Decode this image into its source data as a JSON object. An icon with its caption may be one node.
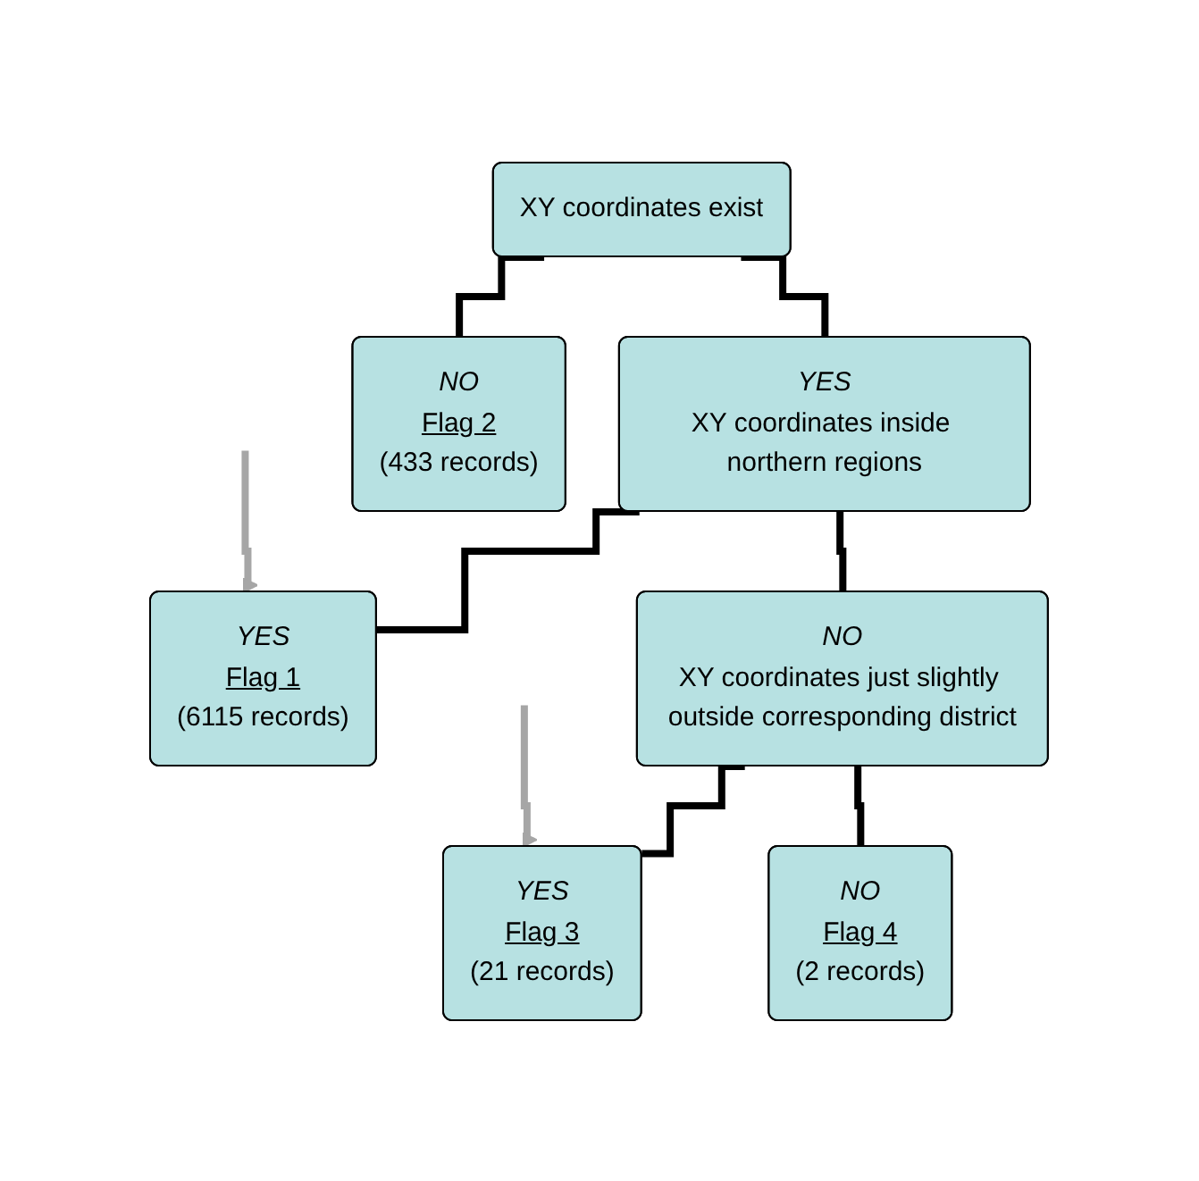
{
  "diagram": {
    "nodes": [
      {
        "text": [
          "XY coordinates exist"
        ]
      },
      {
        "text": [
          "YES",
          "XY coordinates inside northern regions"
        ]
      },
      {
        "text": [
          "NO",
          "Flag 2",
          "(433 records)"
        ]
      },
      {
        "text": [
          "YES",
          "Flag 1",
          "(6115 records)"
        ]
      },
      {
        "text": [
          "NO",
          "XY coordinates just slightly outside corresponding district"
        ]
      },
      {
        "text": [
          "YES",
          "Flag 3",
          "(21 records)"
        ]
      },
      {
        "text": [
          "NO",
          "Flag 4",
          "(2 records)"
        ]
      }
    ],
    "edges": [
      {
        "from": 0,
        "to": 1,
        "arrow": "none"
      },
      {
        "from": 0,
        "to": 2,
        "arrow": "none"
      },
      {
        "from": 1,
        "to": 3,
        "arrow": "none"
      },
      {
        "from": 1,
        "to": 4,
        "arrow": "none"
      },
      {
        "from": 4,
        "to": 5,
        "arrow": "none"
      },
      {
        "from": 4,
        "to": 6,
        "arrow": "none"
      },
      {
        "from": null,
        "to": 3,
        "arrow": "to",
        "color": "#a6a6a6"
      },
      {
        "from": null,
        "to": 5,
        "arrow": "to",
        "color": "#a6a6a6"
      }
    ]
  }
}
